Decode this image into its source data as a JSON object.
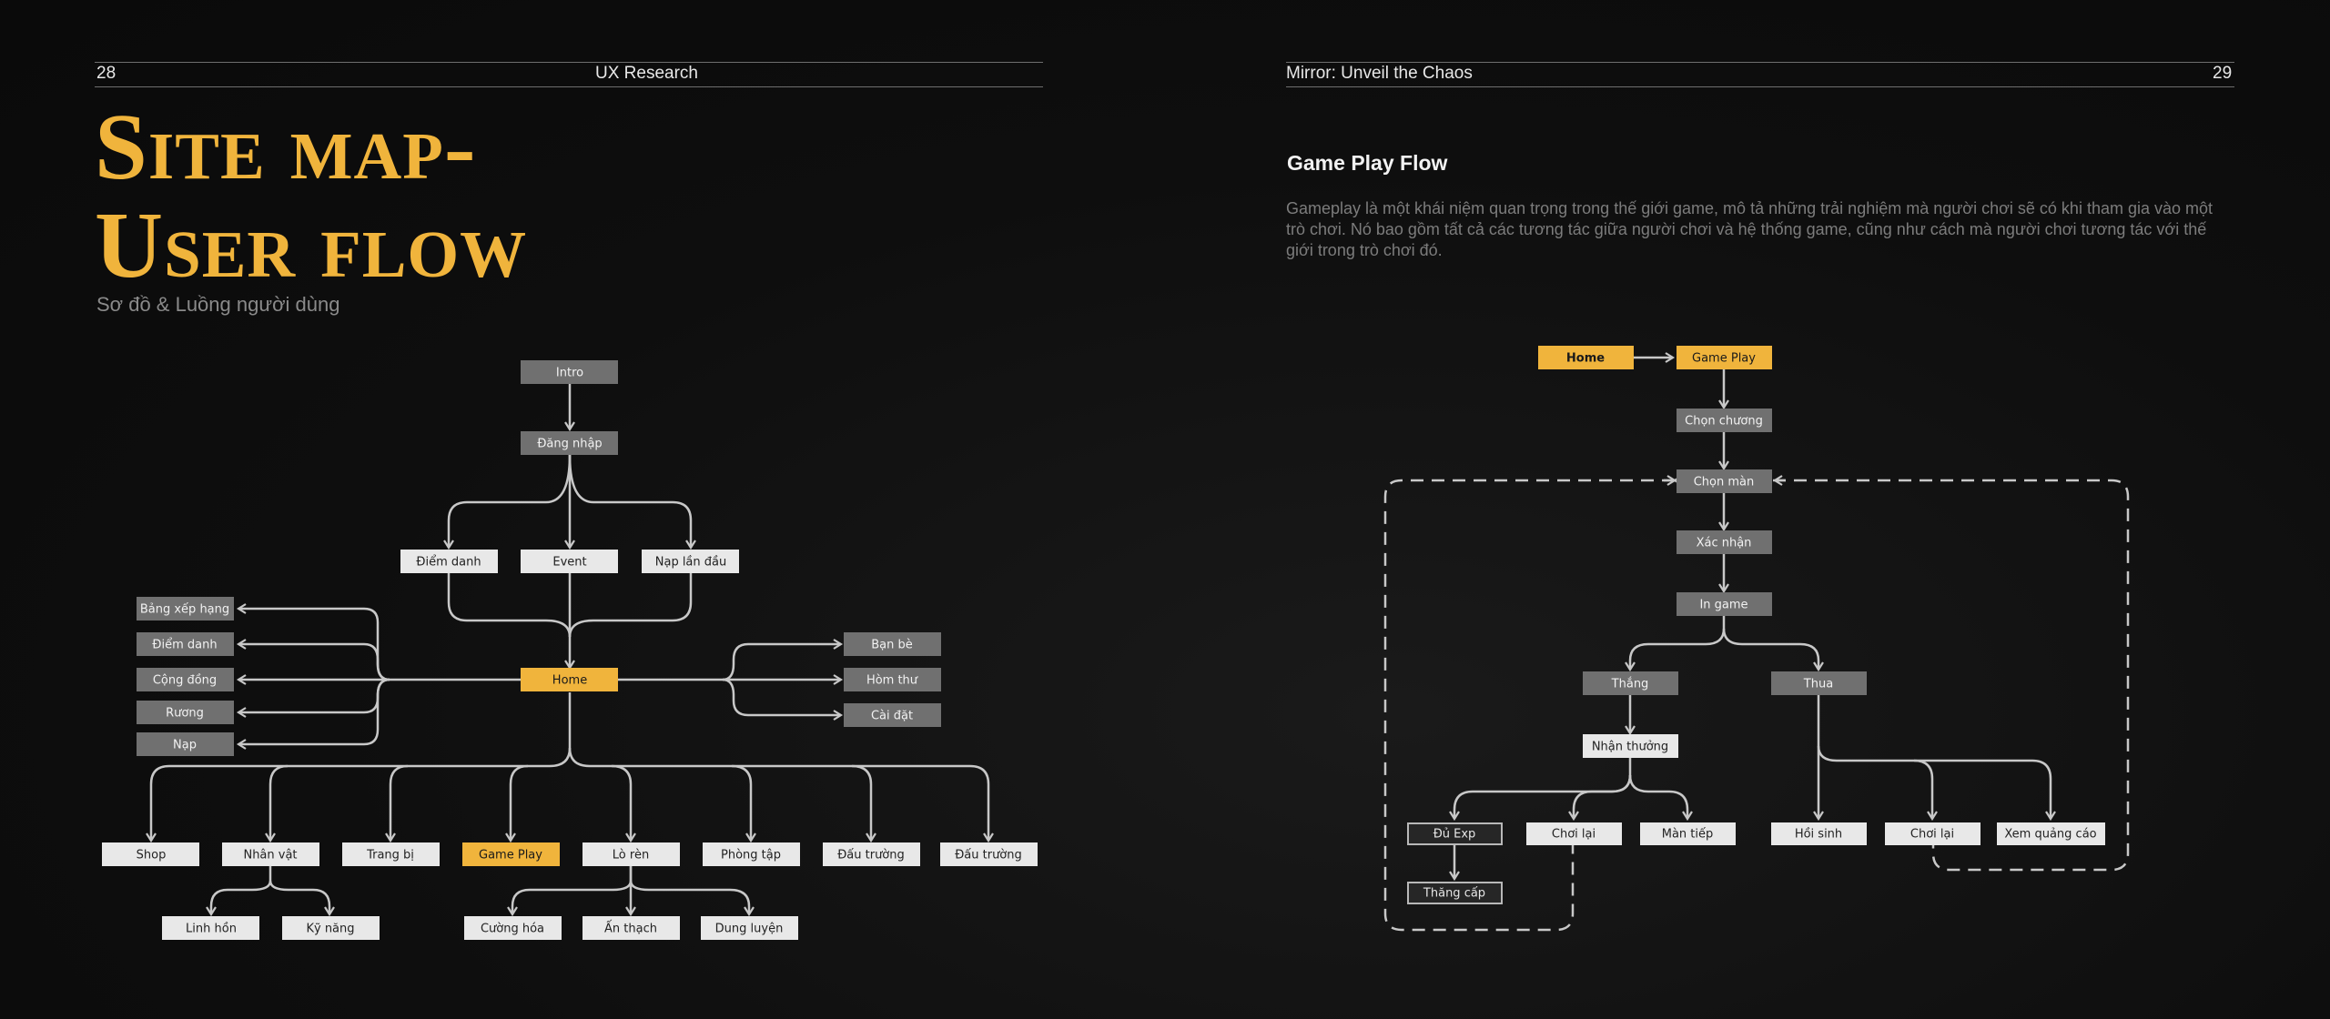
{
  "left_page": {
    "number": "28",
    "header": "UX Research",
    "title_line1": "Site map-",
    "title_line2": "User flow",
    "subtitle": "Sơ đồ & Luồng người dùng"
  },
  "right_page": {
    "header": "Mirror: Unveil the Chaos",
    "number": "29",
    "section_title": "Game Play Flow",
    "paragraph": "Gameplay là một khái niệm quan trọng trong thế giới game, mô tả những trải nghiệm mà người chơi sẽ có khi tham gia vào một trò chơi. Nó bao gồm tất cả các tương tác giữa người chơi và hệ thống game, cũng như cách mà người chơi tương tác với thế giới trong trò chơi đó."
  },
  "sitemap": {
    "intro": "Intro",
    "login": "Đăng nhập",
    "checkin": "Điểm danh",
    "event": "Event",
    "first_topup": "Nạp lần đầu",
    "home": "Home",
    "left_items": [
      "Bảng xếp hạng",
      "Điểm danh",
      "Cộng đồng",
      "Rương",
      "Nạp"
    ],
    "right_items": [
      "Bạn bè",
      "Hòm thư",
      "Cài đặt"
    ],
    "bottom_items": [
      "Shop",
      "Nhân vật",
      "Trang bị",
      "Game Play",
      "Lò rèn",
      "Phòng tập",
      "Đấu trường",
      "Đấu trường"
    ],
    "character_children": [
      "Linh hồn",
      "Kỹ năng"
    ],
    "forge_children": [
      "Cường hóa",
      "Ấn thạch",
      "Dung luyện"
    ]
  },
  "gameplay": {
    "home": "Home",
    "game_play": "Game Play",
    "choose_chapter": "Chọn chương",
    "choose_level": "Chọn màn",
    "confirm": "Xác nhận",
    "in_game": "In game",
    "win": "Thắng",
    "lose": "Thua",
    "claim_reward": "Nhận thưởng",
    "enough_exp": "Đủ Exp",
    "level_up": "Thăng cấp",
    "replay_win": "Chơi lại",
    "next_level": "Màn tiếp",
    "revive": "Hồi sinh",
    "replay_lose": "Chơi lại",
    "watch_ad": "Xem quảng cáo"
  },
  "colors": {
    "accent": "#f0b43c",
    "node_light": "#e8e8e8",
    "node_dark": "#707070",
    "connector": "#c8c8c8"
  }
}
